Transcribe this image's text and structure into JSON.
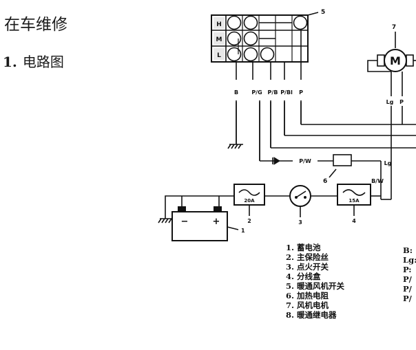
{
  "page_title": "在车维修",
  "section": {
    "number": "1.",
    "title": "电路图"
  },
  "switch_rows": [
    "H",
    "M",
    "L"
  ],
  "wire_labels": [
    "B",
    "P/G",
    "P/B",
    "P/Bl",
    "P"
  ],
  "motor_symbol": "M",
  "motor_wires": [
    "Lg",
    "P"
  ],
  "lg_label": "Lg",
  "pw_label": "P/W",
  "bw_label": "B/W",
  "fuse_main_rating": "20A",
  "fuse_box_rating": "15A",
  "callouts": [
    "1",
    "2",
    "3",
    "4",
    "5",
    "6",
    "7"
  ],
  "battery_minus": "−",
  "battery_plus": "+",
  "legend": [
    "1. 蓄电池",
    "2. 主保险丝",
    "3. 点火开关",
    "4. 分线盒",
    "5. 暖通风机开关",
    "6. 加热电阻",
    "7. 风机电机",
    "8. 暖通继电器"
  ],
  "color_codes": [
    "B:",
    "Lg:",
    "P:",
    "P/",
    "P/",
    "P/"
  ]
}
